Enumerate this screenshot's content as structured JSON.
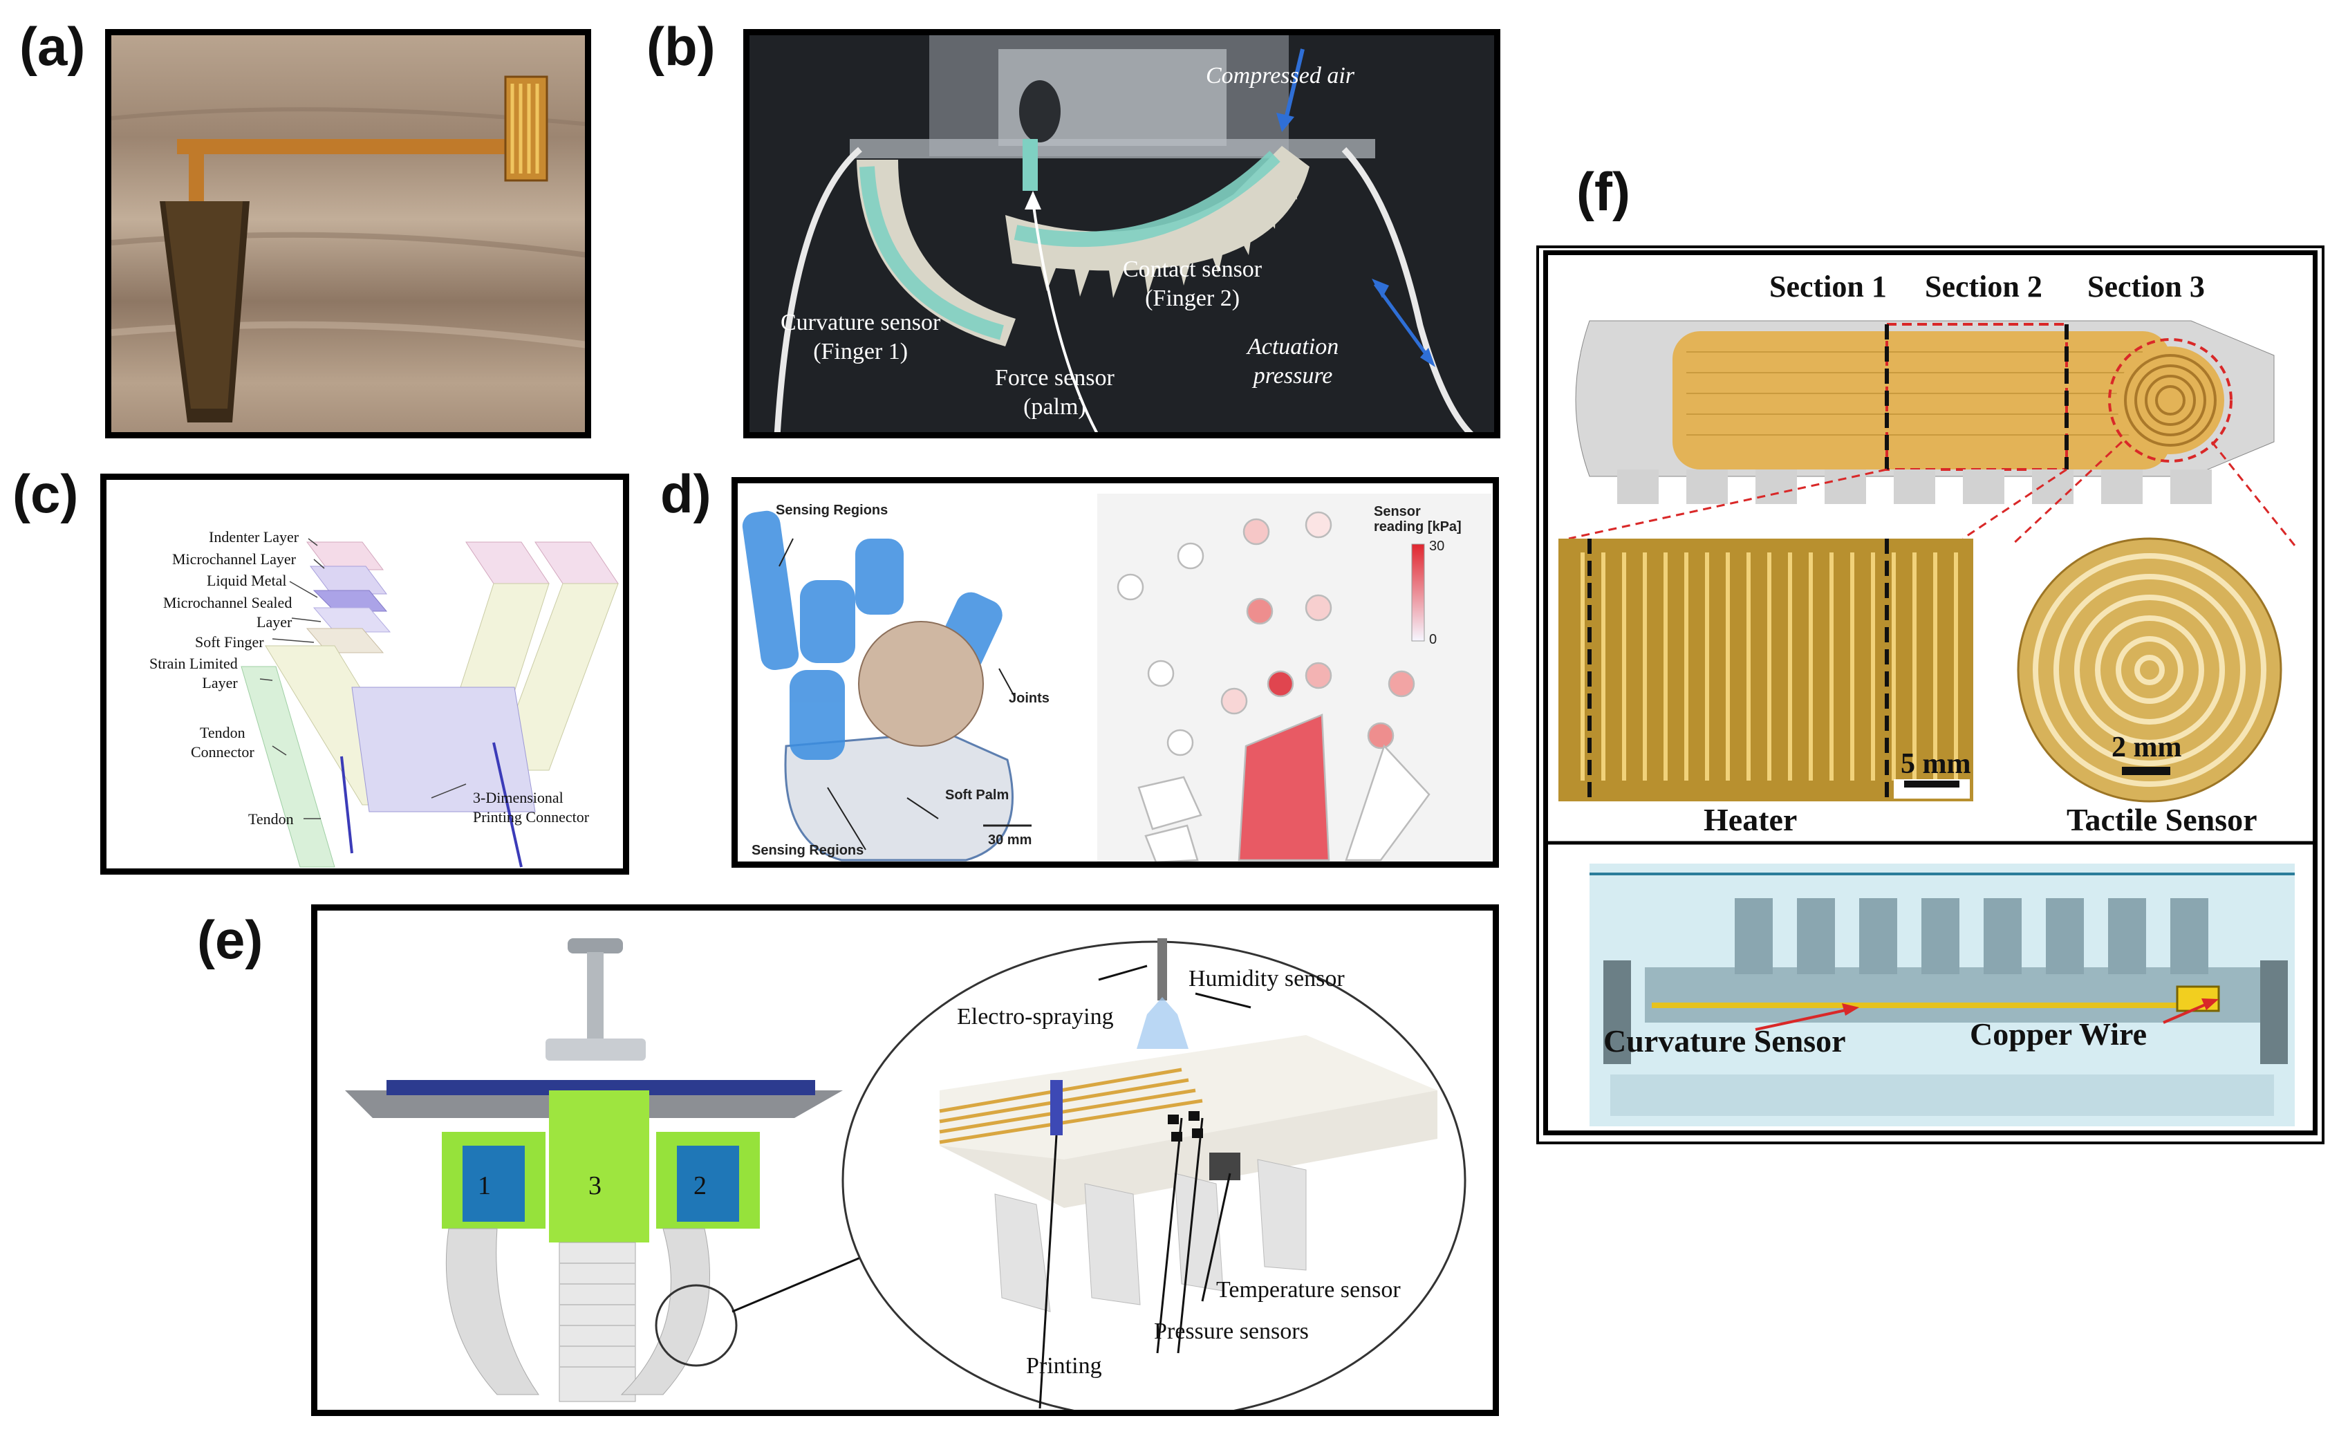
{
  "panels": {
    "a": {
      "letter": "(a)"
    },
    "b": {
      "letter": "(b)",
      "compressed_air": "Compressed air",
      "contact_sensor_1": "Contact sensor",
      "contact_sensor_2": "(Finger 2)",
      "curvature_sensor_1": "Curvature sensor",
      "curvature_sensor_2": "(Finger 1)",
      "force_sensor_1": "Force sensor",
      "force_sensor_2": "(palm)",
      "actuation_1": "Actuation",
      "actuation_2": "pressure"
    },
    "c": {
      "letter": "(c)",
      "indenter": "Indenter Layer",
      "microchannel": "Microchannel Layer",
      "liquid_metal": "Liquid Metal",
      "sealed_1": "Microchannel Sealed",
      "sealed_2": "Layer",
      "soft_finger": "Soft Finger",
      "strain_1": "Strain Limited",
      "strain_2": "Layer",
      "tendon_conn_1": "Tendon",
      "tendon_conn_2": "Connector",
      "tendon": "Tendon",
      "printing_conn_1": "3-Dimensional",
      "printing_conn_2": "Printing Connector"
    },
    "d": {
      "letter": "d)",
      "sensing_top": "Sensing Regions",
      "joints": "Joints",
      "soft_palm": "Soft Palm",
      "sensing_bottom": "Sensing Regions",
      "scale": "30 mm",
      "colorbar_title_1": "Sensor",
      "colorbar_title_2": "reading [kPa]",
      "colorbar_max": "30",
      "colorbar_min": "0"
    },
    "e": {
      "letter": "(e)",
      "finger_1": "1",
      "finger_3": "3",
      "finger_2": "2",
      "electro_spraying": "Electro-spraying",
      "humidity": "Humidity sensor",
      "temperature": "Temperature sensor",
      "pressure": "Pressure sensors",
      "printing": "Printing"
    },
    "f": {
      "letter": "(f)",
      "section_1": "Section 1",
      "section_2": "Section 2",
      "section_3": "Section 3",
      "scale_heater": "5 mm",
      "scale_tactile": "2 mm",
      "heater": "Heater",
      "tactile": "Tactile Sensor",
      "curvature": "Curvature Sensor",
      "copper": "Copper Wire"
    }
  },
  "colors": {
    "frame": "#000000",
    "blue_arrow": "#2f6fd6",
    "sensor_red": "#e0454f",
    "finger_green": "#9be33a",
    "finger_blue": "#2b6ea3",
    "gold": "#d9a640"
  }
}
